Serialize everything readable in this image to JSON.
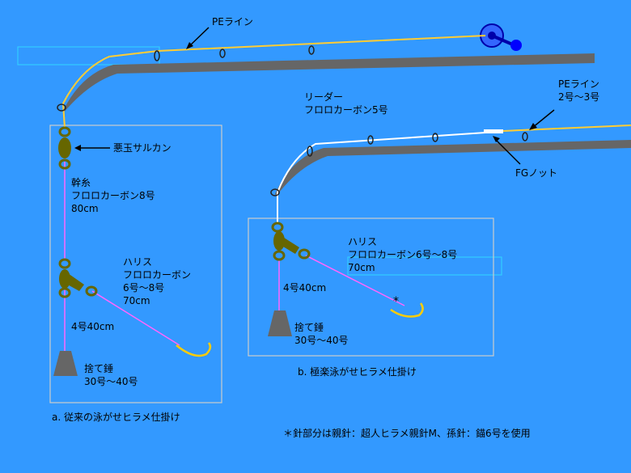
{
  "top_labels": {
    "pe_line": "PEライン"
  },
  "rig_a": {
    "swivel": "悪玉サルカン",
    "main_line": [
      "幹糸",
      "フロロカーボン8号",
      "80cm"
    ],
    "harisu": [
      "ハリス",
      "フロロカーボン",
      "6号～8号",
      "70cm"
    ],
    "sinker_line": "4号40cm",
    "sinker": [
      "捨て錘",
      "30号～40号"
    ],
    "caption": "a. 従来の泳がせヒラメ仕掛け"
  },
  "rig_b": {
    "leader": [
      "リーダー",
      "フロロカーボン5号"
    ],
    "pe_line": [
      "PEライン",
      "2号～3号"
    ],
    "knot": "FGノット",
    "harisu": [
      "ハリス",
      "フロロカーボン6号～8号",
      "70cm"
    ],
    "hook_mark": "*",
    "sinker_line": "4号40cm",
    "sinker": [
      "捨て錘",
      "30号～40号"
    ],
    "caption": "b. 極楽泳がせヒラメ仕掛け"
  },
  "footnote": "＊針部分は親針：超人ヒラメ親針M、孫針：錨6号を使用",
  "colors": {
    "background": "#3399ff",
    "rod": "#666666",
    "pe_line": "#ffcc33",
    "leader": "#ffffff",
    "fluoro": "#ff66ff",
    "swivel": "#666600",
    "frame": "#cccccc"
  }
}
